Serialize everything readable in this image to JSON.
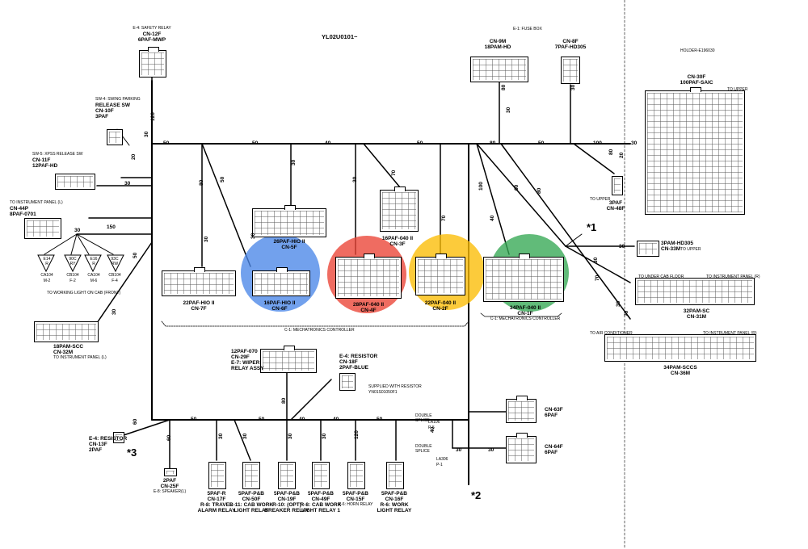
{
  "header": {
    "code": "YL02U0101~",
    "fuse_box": "E-1: FUSE BOX",
    "holder": "HOLDER-E196030",
    "mech_ctrl": "C-1: MECHATRONICS CONTROLLER"
  },
  "connectors": [
    {
      "id": "cn12f",
      "lines": [
        "E-4: SAFETY RELAY",
        "CN-12F",
        "6PAF-MWP"
      ]
    },
    {
      "id": "cn10f",
      "lines": [
        "SW-4: SWING PARKING",
        "RELEASE SW",
        "CN-10F",
        "3PAF"
      ]
    },
    {
      "id": "cn11f",
      "lines": [
        "SW-5: XPSS RELEASE SW",
        "CN-11F",
        "12PAF-HD"
      ]
    },
    {
      "id": "cn44p",
      "lines": [
        "TO INSTRUMENT PANEL (L)",
        "CN-44P",
        "8PAF-0701"
      ]
    },
    {
      "id": "cn32m",
      "lines": [
        "18PAM-SCC",
        "CN-32M",
        "TO INSTRUMENT PANEL (L)"
      ]
    },
    {
      "id": "cn7f",
      "lines": [
        "22PAF-HIO II",
        "CN-7F"
      ]
    },
    {
      "id": "cn5f",
      "lines": [
        "26PAF-HIO II",
        "CN-5F"
      ]
    },
    {
      "id": "cn6f",
      "lines": [
        "16PAF-HIO II",
        "CN-6F"
      ]
    },
    {
      "id": "cn3f",
      "lines": [
        "16PAF-040 II",
        "CN-3F"
      ]
    },
    {
      "id": "cn4f",
      "lines": [
        "28PAF-040 II",
        "CN-4F"
      ]
    },
    {
      "id": "cn2f",
      "lines": [
        "22PAF-040 II",
        "CN-2F"
      ]
    },
    {
      "id": "cn1f",
      "lines": [
        "34PAF-040 II",
        "CN-1F",
        "C-1: MECHATRONICS CONTROLLER"
      ]
    },
    {
      "id": "cn9m",
      "lines": [
        "CN-9M",
        "18PAM-HD"
      ]
    },
    {
      "id": "cn8f",
      "lines": [
        "CN-8F",
        "7PAF-HD305"
      ]
    },
    {
      "id": "cn30f",
      "lines": [
        "CN-30F",
        "100PAF-SAIC"
      ]
    },
    {
      "id": "cn48f",
      "lines": [
        "3PAF",
        "CN-48F"
      ]
    },
    {
      "id": "cn33m",
      "lines": [
        "3PAM-HD305",
        "CN-33M"
      ]
    },
    {
      "id": "cn31m",
      "lines": [
        "32PAM-SC",
        "CN-31M"
      ]
    },
    {
      "id": "cn36m",
      "lines": [
        "34PAM-SCCS",
        "CN-36M"
      ]
    },
    {
      "id": "cn29f",
      "lines": [
        "12PAF-070",
        "CN-29F",
        "E-7: WIPER",
        "RELAY ASSY"
      ]
    },
    {
      "id": "cn18f",
      "lines": [
        "E-4: RESISTOR",
        "CN-18F",
        "2PAF-BLUE"
      ]
    },
    {
      "id": "cn63f",
      "lines": [
        "CN-63F",
        "6PAF"
      ]
    },
    {
      "id": "cn64f",
      "lines": [
        "CN-64F",
        "6PAF"
      ]
    },
    {
      "id": "cn25f",
      "lines": [
        "2PAF",
        "CN-25F",
        "E-8: SPEAKER(L)"
      ]
    },
    {
      "id": "cn17f",
      "lines": [
        "5PAF-R",
        "CN-17F",
        "R-8: TRAVEL",
        "ALARM RELAY"
      ]
    },
    {
      "id": "cn50f",
      "lines": [
        "5PAF-P&B",
        "CN-50F",
        "R-11: CAB WORK",
        "LIGHT RELAY"
      ]
    },
    {
      "id": "cn19f",
      "lines": [
        "5PAF-P&B",
        "CN-19F",
        "R-10: (OPT)",
        "BREAKER RELAY"
      ]
    },
    {
      "id": "cn49f",
      "lines": [
        "5PAF-P&B",
        "CN-49F",
        "R-8: CAB WORK",
        "LIGHT RELAY 1"
      ]
    },
    {
      "id": "cn15f",
      "lines": [
        "5PAF-P&B",
        "CN-15F",
        "R-6: HORN RELAY"
      ]
    },
    {
      "id": "cn16f",
      "lines": [
        "5PAF-P&B",
        "CN-16F",
        "R-6: WORK",
        "LIGHT RELAY"
      ]
    },
    {
      "id": "cn13f",
      "lines": [
        "E-4: RESISTOR",
        "CN-13F",
        "2PAF"
      ]
    }
  ],
  "notes": {
    "supplied": [
      "SUPPLIED WITH RESISTOR",
      "YN01S01050F1"
    ],
    "working_light": "TO WORKING LIGHT ON CAB (FRONT)",
    "to_upper_1": "TO UPPER",
    "to_upper_2": "TO UPPER",
    "to_upper_3": "TO UPPER",
    "to_under_cab": "TO UNDER CAB FLOOR",
    "to_inst_r1": "TO INSTRUMENT PANEL (R)",
    "to_air": "TO AIR CONDITIONER",
    "to_inst_r2": "TO INSTRUMENT PANEL (R)",
    "double_splice_1": "DOUBLE\nSPLICE",
    "double_splice_2": "DOUBLE\nSPLICE",
    "la106": [
      "LA106",
      "P-5"
    ],
    "la306": [
      "LA306",
      "P-1"
    ]
  },
  "diodes": [
    {
      "code": "E14\nR",
      "id": "CA104",
      "pos": "M-2"
    },
    {
      "code": "90C\nRY",
      "id": "CB104",
      "pos": "F-2"
    },
    {
      "code": "E16\nR",
      "id": "CA104",
      "pos": "M-6"
    },
    {
      "code": "93C\nRW",
      "id": "CB104",
      "pos": "F-4"
    }
  ],
  "stars": [
    "*1",
    "*2",
    "*3"
  ],
  "wire_sizes": [
    "120",
    "50",
    "50",
    "40",
    "50",
    "80",
    "50",
    "100",
    "30",
    "80",
    "50",
    "30",
    "30",
    "70",
    "70",
    "40",
    "60",
    "80",
    "30",
    "150",
    "30",
    "30",
    "20",
    "30",
    "30",
    "80",
    "30",
    "80",
    "20",
    "30",
    "70",
    "30",
    "70",
    "50",
    "30",
    "30",
    "100",
    "30",
    "50",
    "80",
    "50",
    "40",
    "40",
    "50",
    "60",
    "30",
    "30",
    "30",
    "30",
    "120",
    "30",
    "40",
    "30",
    "60"
  ],
  "colors": {
    "blue": "#4a86e8",
    "red": "#ea4335",
    "yellow": "#fbbc04",
    "green": "#34a853"
  }
}
